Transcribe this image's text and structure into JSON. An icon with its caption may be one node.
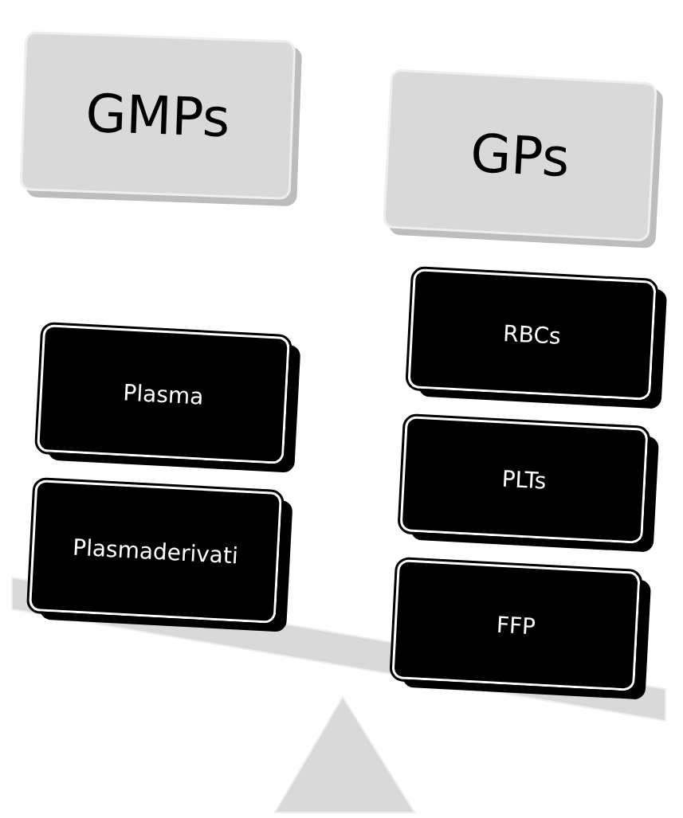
{
  "diagram": {
    "nodes": [
      {
        "text": [
          "GMPs"
        ]
      },
      {
        "text": [
          "GPs"
        ]
      },
      {
        "text": [
          "Plasma"
        ]
      },
      {
        "text": [
          "Plasmaderivati"
        ]
      },
      {
        "text": [
          "RBCs"
        ]
      },
      {
        "text": [
          "PLTs"
        ]
      },
      {
        "text": [
          "FFP"
        ]
      }
    ]
  }
}
